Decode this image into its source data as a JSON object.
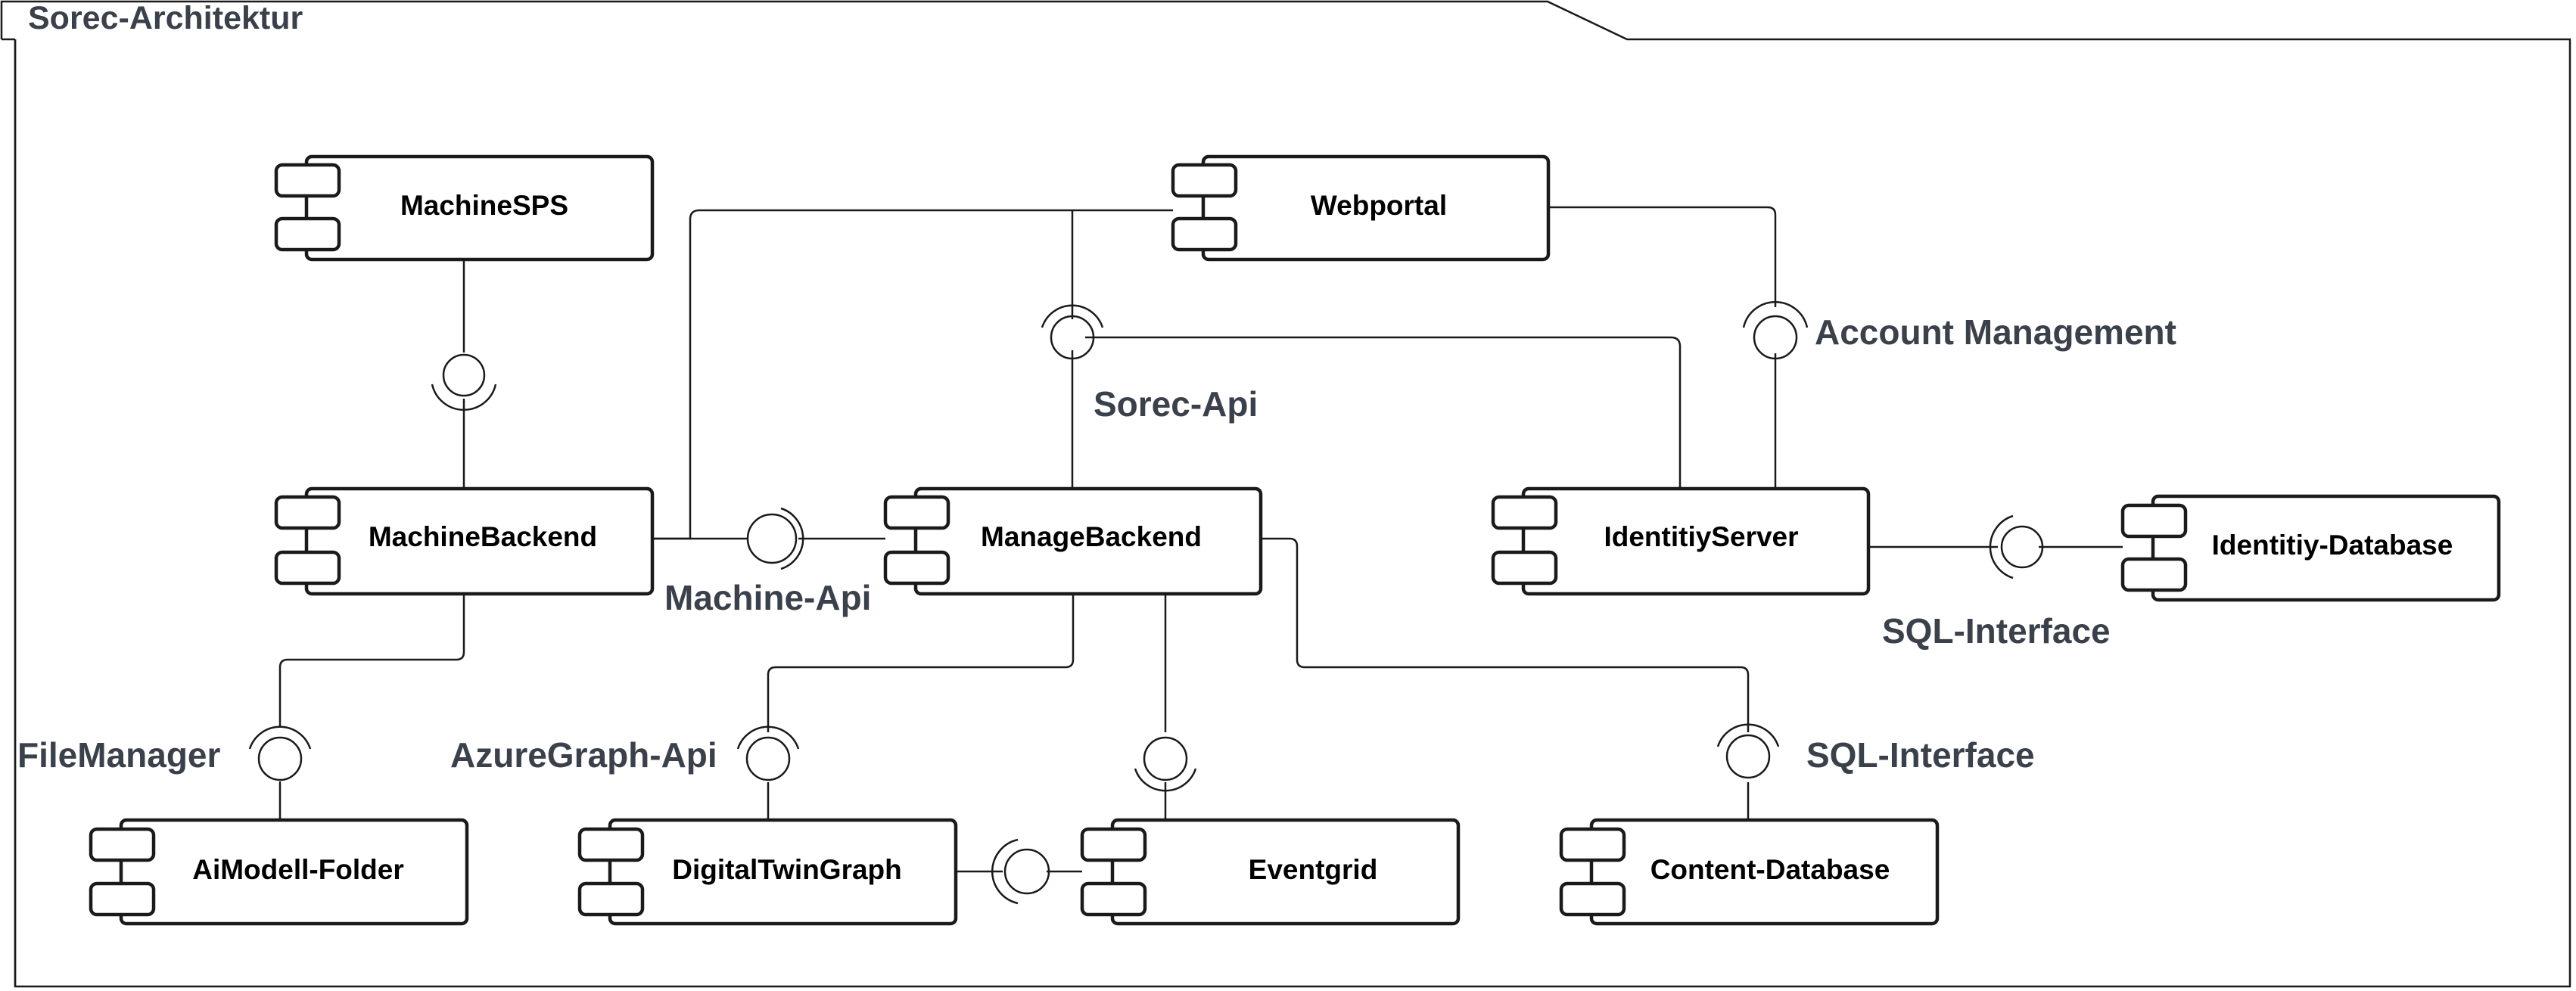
{
  "package": {
    "title": "Sorec-Architektur"
  },
  "components": {
    "machine_sps": "MachineSPS",
    "webportal": "Webportal",
    "machine_backend": "MachineBackend",
    "manage_backend": "ManageBackend",
    "identity_server": "IdentitiyServer",
    "identity_database": "Identitiy-Database",
    "aimodell_folder": "AiModell-Folder",
    "digital_twin_graph": "DigitalTwinGraph",
    "eventgrid": "Eventgrid",
    "content_database": "Content-Database"
  },
  "interfaces": {
    "sorec_api": "Sorec-Api",
    "account_management": "Account Management",
    "machine_api": "Machine-Api",
    "sql_interface_identity": "SQL-Interface",
    "file_manager": "FileManager",
    "azure_graph_api": "AzureGraph-Api",
    "sql_interface_content": "SQL-Interface"
  },
  "colors": {
    "label_text": "#3a414b",
    "stroke": "#1a1a1a",
    "background": "#ffffff"
  }
}
